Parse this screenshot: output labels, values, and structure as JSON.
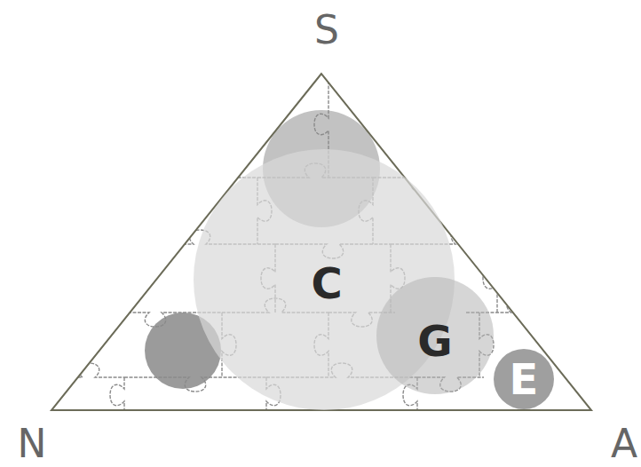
{
  "diagram": {
    "nodes": [
      {
        "text": [
          "C"
        ]
      },
      {
        "text": [
          "G"
        ]
      },
      {
        "text": [
          "E"
        ]
      }
    ],
    "labels": [
      "S",
      "N",
      "A"
    ]
  }
}
